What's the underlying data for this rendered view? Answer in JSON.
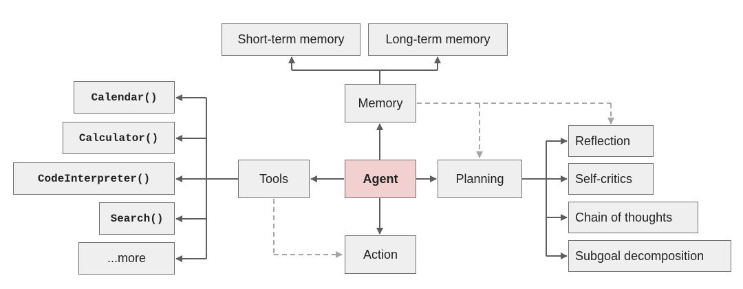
{
  "colors": {
    "box_fill": "#efefef",
    "box_border": "#6f6f6f",
    "agent_fill": "#f2d0d0",
    "solid_arrow": "#5e5e5e",
    "dashed_arrow": "#a6a6a6"
  },
  "agent": {
    "label": "Agent"
  },
  "memory": {
    "label": "Memory",
    "short_term": "Short-term memory",
    "long_term": "Long-term memory"
  },
  "tools": {
    "label": "Tools",
    "items": [
      "Calendar()",
      "Calculator()",
      "CodeInterpreter()",
      "Search()",
      "...more"
    ]
  },
  "planning": {
    "label": "Planning",
    "items": [
      "Reflection",
      "Self-critics",
      "Chain of thoughts",
      "Subgoal decomposition"
    ]
  },
  "action": {
    "label": "Action"
  }
}
